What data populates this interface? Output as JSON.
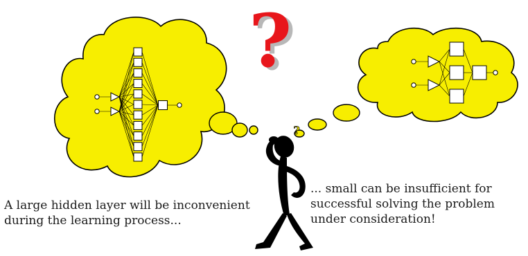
{
  "question_mark": "?",
  "small_bubble_symbol": "?",
  "left_caption": {
    "line1": "A large hidden layer will be inconvenient",
    "line2": "during the learning process..."
  },
  "right_caption": {
    "line1": "... small can be insufficient for",
    "line2": "successful solving  the problem",
    "line3": "under consideration!"
  },
  "colors": {
    "cloud_fill": "#f7ee00",
    "outline": "#000000",
    "question_red": "#e8161b",
    "figure": "#000000"
  },
  "icons": [
    "large-network-icon",
    "small-network-icon",
    "thinking-person-icon",
    "question-mark-icon"
  ]
}
